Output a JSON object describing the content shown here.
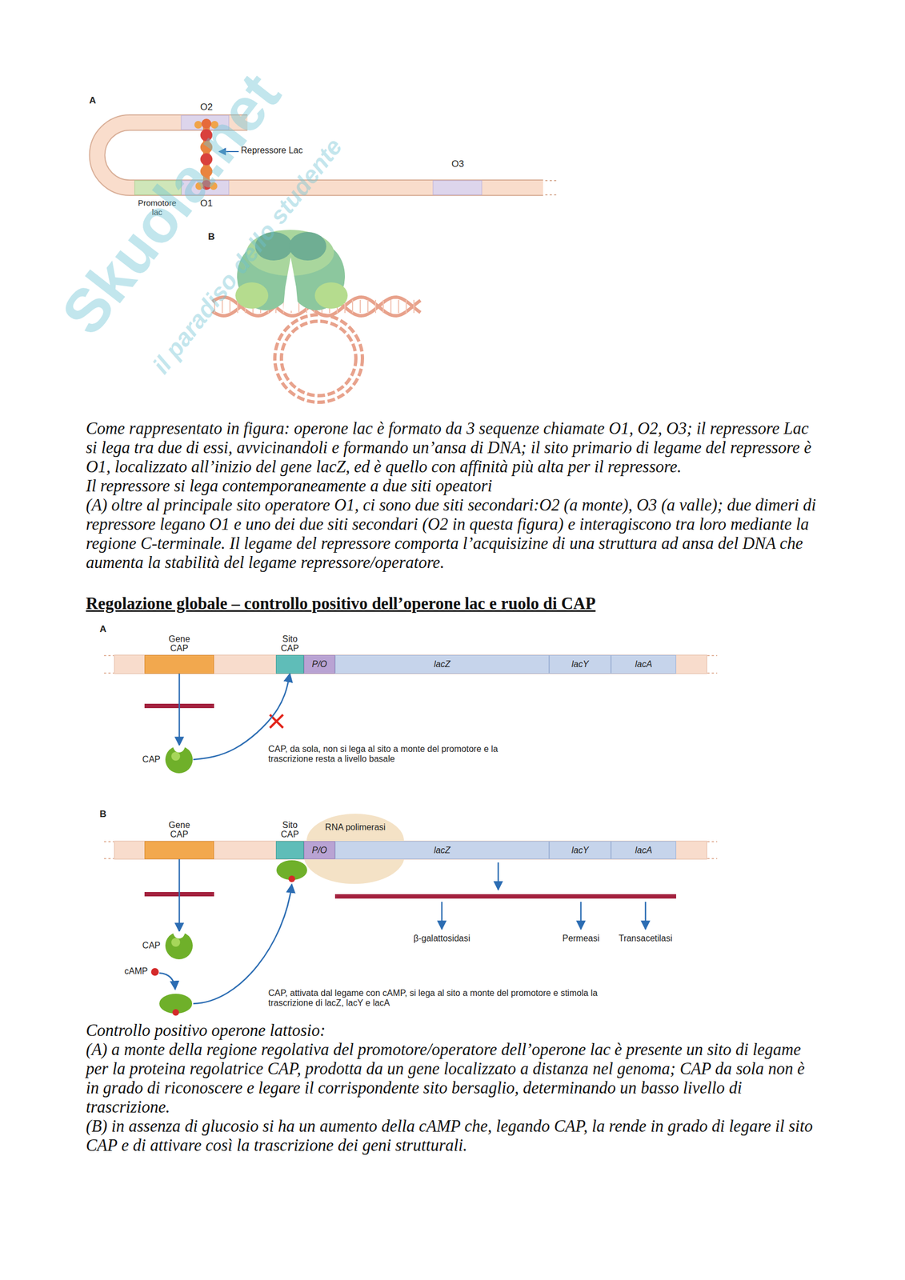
{
  "diagram": {
    "nodes": [
      {
        "text": [
          "Gene CAP"
        ]
      },
      {
        "text": [
          "Sito CAP"
        ]
      },
      {
        "text": [
          "P/O"
        ]
      },
      {
        "text": [
          "lacZ"
        ]
      },
      {
        "text": [
          "lacY"
        ]
      },
      {
        "text": [
          "lacA"
        ]
      },
      {
        "text": [
          "CAP"
        ]
      },
      {
        "text": [
          "Gene CAP"
        ]
      },
      {
        "text": [
          "Sito CAP"
        ]
      },
      {
        "text": [
          "RNA polimerasi"
        ]
      },
      {
        "text": [
          "P/O"
        ]
      },
      {
        "text": [
          "lacZ"
        ]
      },
      {
        "text": [
          "lacY"
        ]
      },
      {
        "text": [
          "lacA"
        ]
      },
      {
        "text": [
          "CAP"
        ]
      }
    ],
    "edges": [
      {
        "from": 0,
        "to": 6,
        "arrow": "to"
      },
      {
        "from": 6,
        "to": 1,
        "arrow": "to"
      },
      {
        "from": 7,
        "to": 14,
        "arrow": "to"
      }
    ],
    "labels": [
      "A",
      "O2",
      "Repressore Lac",
      "O3",
      "Promotore lac",
      "O1",
      "B",
      "Skuola.net",
      "il paradiso dello studente",
      "Come rappresentato in figura: operone lac è formato da 3 sequenze chiamate O1, O2, O3; il repressore Lac si lega tra due di essi, avvicinandoli e formando un’ansa di DNA; il sito primario di legame del repressore è O1, localizzato all’inizio del gene lacZ, ed è quello con affinità più alta per il repressore.",
      "Il repressore si lega contemporaneamente a due siti opeatori",
      "(A) oltre al principale sito operatore O1, ci sono due siti secondari:O2 (a monte), O3 (a valle); due dimeri di repressore legano O1 e uno dei due siti secondari (O2 in questa figura) e interagiscono tra loro mediante la regione C-terminale. Il legame del repressore comporta l’acquisizine di una struttura ad ansa del DNA che aumenta la stabilità del legame repressore/operatore.",
      "Regolazione globale – controllo positivo dell’operone lac e ruolo di CAP",
      "A",
      "CAP, da sola, non si lega al sito a monte del promotore e la trascrizione resta a livello basale",
      "B",
      "cAMP",
      "CAP, attivata dal legame con cAMP, si lega al sito a monte del promotore e stimola la trascrizione di lacZ, lacY e lacA",
      "β-galattosidasi",
      "Permeasi",
      "Transacetilasi",
      "Controllo positivo operone lattosio:",
      "(A) a monte della regione regolativa del promotore/operatore dell’operone lac è presente un sito di legame per la proteina regolatrice CAP, prodotta da un gene localizzato a distanza nel genoma; CAP da sola non è in grado di riconoscere e legare il corrispondente sito bersaglio, determinando un basso livello di trascrizione.",
      "(B) in assenza di glucosio si ha un aumento della cAMP che, legando CAP, la rende in grado di legare il sito CAP e di attivare così la trascrizione dei geni strutturali."
    ]
  }
}
